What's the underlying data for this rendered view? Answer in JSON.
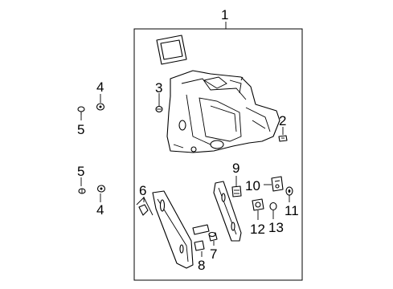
{
  "callouts": {
    "c1": "1",
    "c2": "2",
    "c3": "3",
    "c4a": "4",
    "c4b": "4",
    "c5a": "5",
    "c5b": "5",
    "c6": "6",
    "c7": "7",
    "c8": "8",
    "c9": "9",
    "c10": "10",
    "c11": "11",
    "c12": "12",
    "c13": "13"
  }
}
